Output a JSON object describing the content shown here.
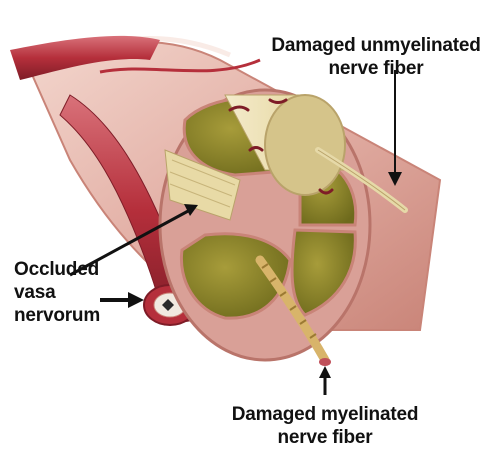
{
  "labels": {
    "unmyelinated_line1": "Damaged unmyelinated",
    "unmyelinated_line2": "nerve fiber",
    "occluded_line1": "Occluded",
    "occluded_line2": "vasa",
    "occluded_line3": "nervorum",
    "myelinated_line1": "Damaged myelinated",
    "myelinated_line2": "nerve fiber"
  },
  "colors": {
    "background": "#ffffff",
    "perineurium": "#d9a097",
    "perineurium_dark": "#b9746a",
    "fascicle_fill": "#8a8228",
    "fascicle_highlight": "#a69d3a",
    "vessel": "#b52f3b",
    "vessel_dark": "#7e1c27",
    "fiber_bundle": "#e6d9a8",
    "arrow": "#111111"
  }
}
